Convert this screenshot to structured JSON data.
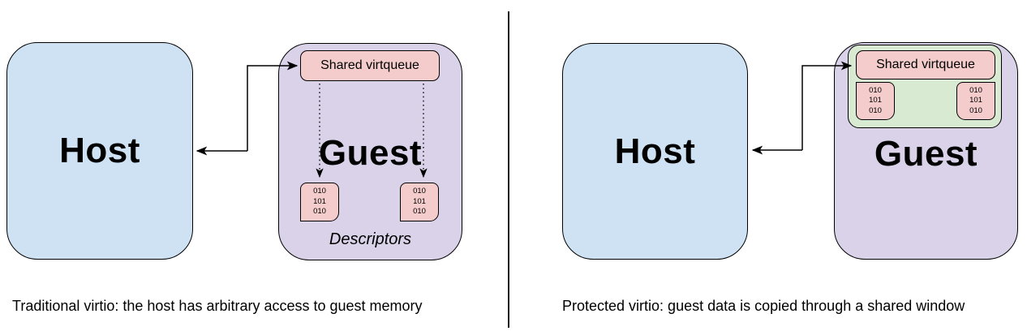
{
  "colors": {
    "host_fill": "#cfe2f3",
    "guest_fill": "#d9d2e9",
    "virtqueue_fill": "#f4cccc",
    "shared_window_fill": "#d9ead3",
    "stroke": "#000000",
    "background": "#ffffff"
  },
  "left_panel": {
    "host_label": "Host",
    "guest_label": "Guest",
    "virtqueue_label": "Shared virtqueue",
    "descriptors_label": "Descriptors",
    "descriptor_boxes": [
      {
        "lines": [
          "010",
          "101",
          "010"
        ]
      },
      {
        "lines": [
          "010",
          "101",
          "010"
        ]
      }
    ],
    "caption": "Traditional virtio: the host has arbitrary access to guest memory"
  },
  "right_panel": {
    "host_label": "Host",
    "guest_label": "Guest",
    "virtqueue_label": "Shared virtqueue",
    "window_boxes": [
      {
        "lines": [
          "010",
          "101",
          "010"
        ]
      },
      {
        "lines": [
          "010",
          "101",
          "010"
        ]
      }
    ],
    "caption": "Protected virtio: guest data is copied through a shared window"
  }
}
